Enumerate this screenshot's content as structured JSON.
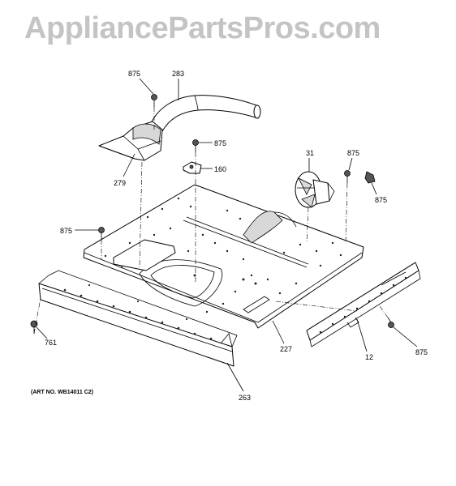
{
  "watermark": "AppliancePartsPros.com",
  "art_number": "(ART NO. WB14011 C2)",
  "callouts": {
    "screw_top_left": "875",
    "duct": "283",
    "duct_housing": "279",
    "screw_center": "875",
    "bracket": "160",
    "fan": "31",
    "screw_right_top": "875",
    "clip_right": "875",
    "screw_left": "875",
    "screw_bottom_left": "761",
    "base_panel": "227",
    "rail": "12",
    "screw_bottom_right": "875",
    "front_trim": "263"
  }
}
